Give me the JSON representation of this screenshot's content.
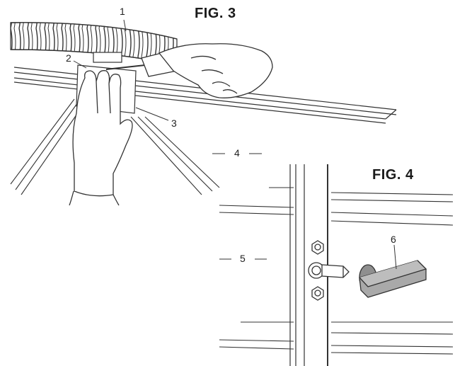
{
  "figures": {
    "fig3": {
      "title": "FIG. 3"
    },
    "fig4": {
      "title": "FIG. 4"
    }
  },
  "callouts": {
    "c1": "1",
    "c2": "2",
    "c3": "3",
    "c4": "4",
    "c5": "5",
    "c6": "6"
  },
  "colors": {
    "line": "#333333",
    "knob_fill": "#a9a9a9",
    "background": "#ffffff"
  },
  "icons": [
    "corrugated-hose",
    "screwdriver-hand",
    "bracket-hand",
    "hex-bolt",
    "lock-knob"
  ]
}
